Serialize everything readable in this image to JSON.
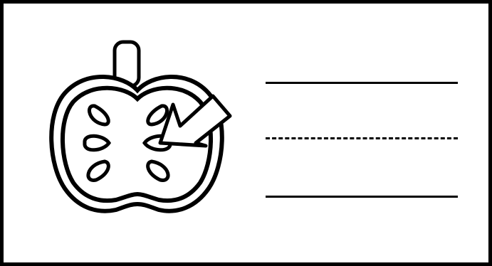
{
  "worksheet": {
    "illustration": {
      "subject": "apple-cross-section",
      "icon_name": "apple-icon",
      "pointer": "seed-pointer-arrow",
      "seed_count": 6
    },
    "writing_area": {
      "lines": [
        {
          "style": "solid"
        },
        {
          "style": "dashed"
        },
        {
          "style": "solid"
        }
      ]
    },
    "colors": {
      "ink": "#000000",
      "paper": "#ffffff"
    }
  }
}
